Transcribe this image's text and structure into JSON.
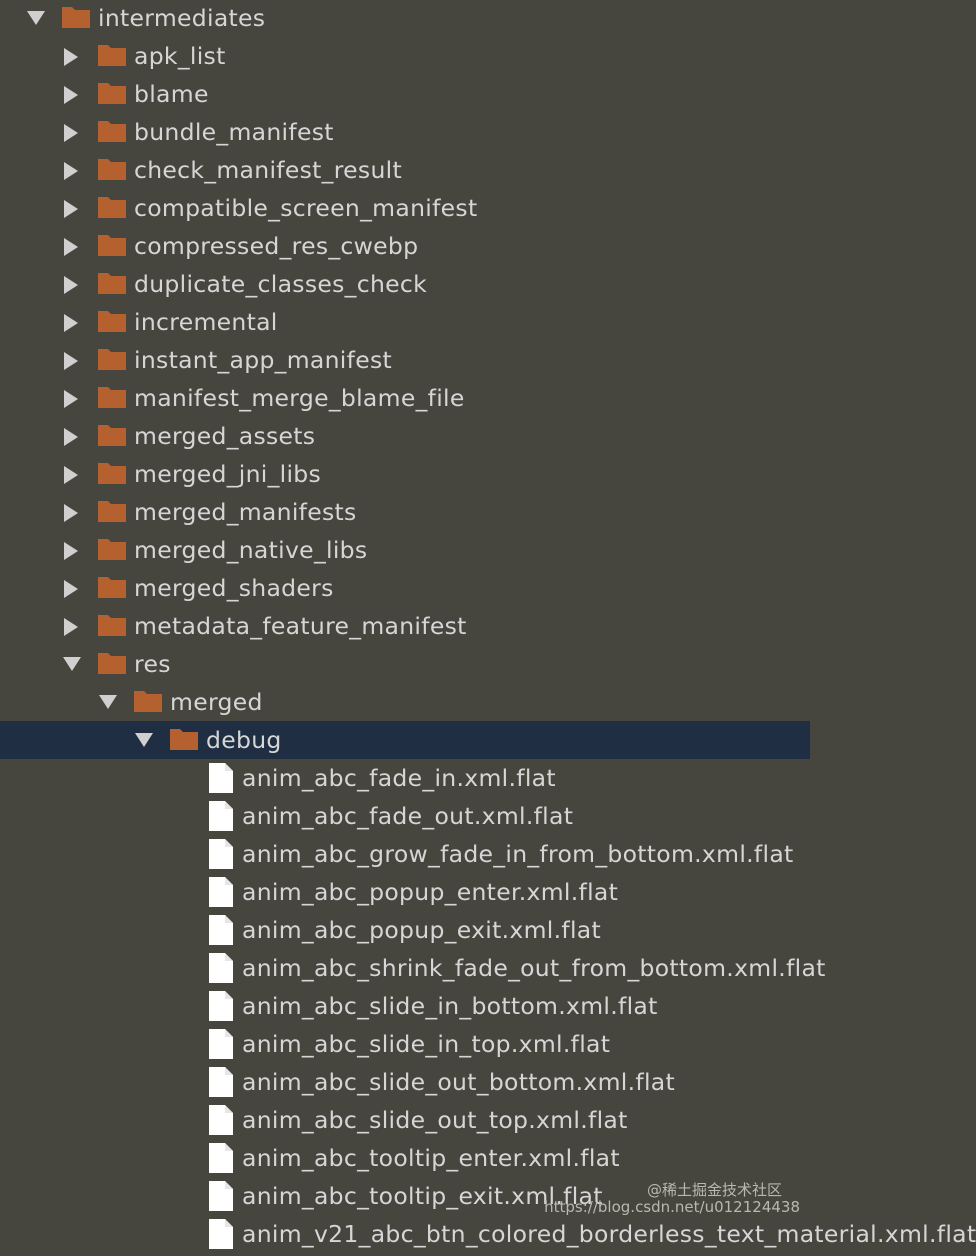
{
  "tree": {
    "items": [
      {
        "label": "intermediates",
        "type": "folder",
        "depth": 0,
        "expanded": true
      },
      {
        "label": "apk_list",
        "type": "folder",
        "depth": 1,
        "expanded": false
      },
      {
        "label": "blame",
        "type": "folder",
        "depth": 1,
        "expanded": false
      },
      {
        "label": "bundle_manifest",
        "type": "folder",
        "depth": 1,
        "expanded": false
      },
      {
        "label": "check_manifest_result",
        "type": "folder",
        "depth": 1,
        "expanded": false
      },
      {
        "label": "compatible_screen_manifest",
        "type": "folder",
        "depth": 1,
        "expanded": false
      },
      {
        "label": "compressed_res_cwebp",
        "type": "folder",
        "depth": 1,
        "expanded": false
      },
      {
        "label": "duplicate_classes_check",
        "type": "folder",
        "depth": 1,
        "expanded": false
      },
      {
        "label": "incremental",
        "type": "folder",
        "depth": 1,
        "expanded": false
      },
      {
        "label": "instant_app_manifest",
        "type": "folder",
        "depth": 1,
        "expanded": false
      },
      {
        "label": "manifest_merge_blame_file",
        "type": "folder",
        "depth": 1,
        "expanded": false
      },
      {
        "label": "merged_assets",
        "type": "folder",
        "depth": 1,
        "expanded": false
      },
      {
        "label": "merged_jni_libs",
        "type": "folder",
        "depth": 1,
        "expanded": false
      },
      {
        "label": "merged_manifests",
        "type": "folder",
        "depth": 1,
        "expanded": false
      },
      {
        "label": "merged_native_libs",
        "type": "folder",
        "depth": 1,
        "expanded": false
      },
      {
        "label": "merged_shaders",
        "type": "folder",
        "depth": 1,
        "expanded": false
      },
      {
        "label": "metadata_feature_manifest",
        "type": "folder",
        "depth": 1,
        "expanded": false
      },
      {
        "label": "res",
        "type": "folder",
        "depth": 1,
        "expanded": true
      },
      {
        "label": "merged",
        "type": "folder",
        "depth": 2,
        "expanded": true
      },
      {
        "label": "debug",
        "type": "folder",
        "depth": 3,
        "expanded": true,
        "selected": true
      },
      {
        "label": "anim_abc_fade_in.xml.flat",
        "type": "file",
        "depth": 4
      },
      {
        "label": "anim_abc_fade_out.xml.flat",
        "type": "file",
        "depth": 4
      },
      {
        "label": "anim_abc_grow_fade_in_from_bottom.xml.flat",
        "type": "file",
        "depth": 4
      },
      {
        "label": "anim_abc_popup_enter.xml.flat",
        "type": "file",
        "depth": 4
      },
      {
        "label": "anim_abc_popup_exit.xml.flat",
        "type": "file",
        "depth": 4
      },
      {
        "label": "anim_abc_shrink_fade_out_from_bottom.xml.flat",
        "type": "file",
        "depth": 4
      },
      {
        "label": "anim_abc_slide_in_bottom.xml.flat",
        "type": "file",
        "depth": 4
      },
      {
        "label": "anim_abc_slide_in_top.xml.flat",
        "type": "file",
        "depth": 4
      },
      {
        "label": "anim_abc_slide_out_bottom.xml.flat",
        "type": "file",
        "depth": 4
      },
      {
        "label": "anim_abc_slide_out_top.xml.flat",
        "type": "file",
        "depth": 4
      },
      {
        "label": "anim_abc_tooltip_enter.xml.flat",
        "type": "file",
        "depth": 4
      },
      {
        "label": "anim_abc_tooltip_exit.xml.flat",
        "type": "file",
        "depth": 4
      },
      {
        "label": "anim_v21_abc_btn_colored_borderless_text_material.xml.flat",
        "type": "file",
        "depth": 4
      }
    ]
  },
  "watermark": {
    "line1": "@稀土掘金技术社区",
    "line2": "https://blog.csdn.net/u012124438"
  },
  "colors": {
    "background": "#47463e",
    "selected_row": "#1f2e43",
    "folder": "#b5602f",
    "text": "#d6d6d6",
    "arrow": "#d0d0d0",
    "file": "#ffffff"
  }
}
